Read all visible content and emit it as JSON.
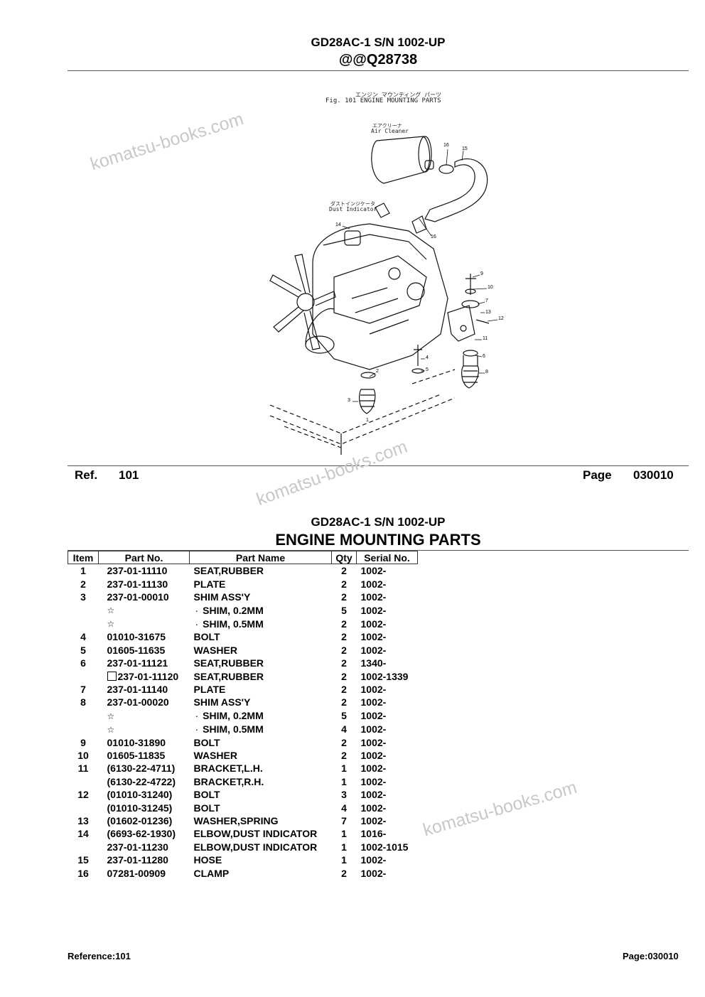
{
  "header": {
    "model": "GD28AC-1 S/N 1002-UP",
    "code": "@@Q28738"
  },
  "figure": {
    "caption_jp": "エンジン マウンティング パーツ",
    "caption": "Fig. 101 ENGINE MOUNTING PARTS",
    "label_air_cleaner_jp": "エアクリーナ",
    "label_air_cleaner": "Air Cleaner",
    "label_dust_indicator_jp": "ダストインジケータ",
    "label_dust_indicator": "Dust Indicator",
    "callouts": [
      "1",
      "2",
      "3",
      "4",
      "5",
      "6",
      "7",
      "8",
      "9",
      "10",
      "11",
      "12",
      "13",
      "14",
      "15",
      "16"
    ]
  },
  "ref_bar": {
    "ref_label": "Ref.",
    "ref_value": "101",
    "page_label": "Page",
    "page_value": "030010"
  },
  "parts_section": {
    "model": "GD28AC-1 S/N 1002-UP",
    "title": "ENGINE MOUNTING PARTS",
    "columns": [
      "Item",
      "Part No.",
      "Part Name",
      "Qty",
      "Serial No."
    ],
    "rows": [
      {
        "item": "1",
        "part_no": "237-01-11110",
        "name": "SEAT,RUBBER",
        "qty": "2",
        "serial": "1002-"
      },
      {
        "item": "2",
        "part_no": "237-01-11130",
        "name": "PLATE",
        "qty": "2",
        "serial": "1002-"
      },
      {
        "item": "3",
        "part_no": "237-01-00010",
        "name": "SHIM ASS'Y",
        "qty": "2",
        "serial": "1002-"
      },
      {
        "item": "",
        "part_no": "☆",
        "star": true,
        "name": "SHIM, 0.2MM",
        "dot": true,
        "qty": "5",
        "serial": "1002-"
      },
      {
        "item": "",
        "part_no": "☆",
        "star": true,
        "name": "SHIM, 0.5MM",
        "dot": true,
        "qty": "2",
        "serial": "1002-"
      },
      {
        "item": "4",
        "part_no": "01010-31675",
        "name": "BOLT",
        "qty": "2",
        "serial": "1002-"
      },
      {
        "item": "5",
        "part_no": "01605-11635",
        "name": "WASHER",
        "qty": "2",
        "serial": "1002-"
      },
      {
        "item": "6",
        "part_no": "237-01-11121",
        "name": "SEAT,RUBBER",
        "qty": "2",
        "serial": "1340-"
      },
      {
        "item": "",
        "part_no": "237-01-11120",
        "box": true,
        "name": "SEAT,RUBBER",
        "qty": "2",
        "serial": "1002-1339"
      },
      {
        "item": "7",
        "part_no": "237-01-11140",
        "name": "PLATE",
        "qty": "2",
        "serial": "1002-"
      },
      {
        "item": "8",
        "part_no": "237-01-00020",
        "name": "SHIM ASS'Y",
        "qty": "2",
        "serial": "1002-"
      },
      {
        "item": "",
        "part_no": "☆",
        "star": true,
        "name": "SHIM, 0.2MM",
        "dot": true,
        "qty": "5",
        "serial": "1002-"
      },
      {
        "item": "",
        "part_no": "☆",
        "star": true,
        "name": "SHIM, 0.5MM",
        "dot": true,
        "qty": "4",
        "serial": "1002-"
      },
      {
        "item": "9",
        "part_no": "01010-31890",
        "name": "BOLT",
        "qty": "2",
        "serial": "1002-"
      },
      {
        "item": "10",
        "part_no": "01605-11835",
        "name": "WASHER",
        "qty": "2",
        "serial": "1002-"
      },
      {
        "item": "11",
        "part_no": "(6130-22-4711)",
        "name": "BRACKET,L.H.",
        "qty": "1",
        "serial": "1002-"
      },
      {
        "item": "",
        "part_no": "(6130-22-4722)",
        "name": "BRACKET,R.H.",
        "qty": "1",
        "serial": "1002-"
      },
      {
        "item": "12",
        "part_no": "(01010-31240)",
        "name": "BOLT",
        "qty": "3",
        "serial": "1002-"
      },
      {
        "item": "",
        "part_no": "(01010-31245)",
        "name": "BOLT",
        "qty": "4",
        "serial": "1002-"
      },
      {
        "item": "13",
        "part_no": "(01602-01236)",
        "name": "WASHER,SPRING",
        "qty": "7",
        "serial": "1002-"
      },
      {
        "item": "14",
        "part_no": "(6693-62-1930)",
        "name": "ELBOW,DUST INDICATOR",
        "qty": "1",
        "serial": "1016-"
      },
      {
        "item": "",
        "part_no": "237-01-11230",
        "name": "ELBOW,DUST INDICATOR",
        "qty": "1",
        "serial": "1002-1015"
      },
      {
        "item": "15",
        "part_no": "237-01-11280",
        "name": "HOSE",
        "qty": "1",
        "serial": "1002-"
      },
      {
        "item": "16",
        "part_no": "07281-00909",
        "name": "CLAMP",
        "qty": "2",
        "serial": "1002-"
      }
    ]
  },
  "footer": {
    "reference": "Reference:101",
    "page": "Page:030010"
  },
  "watermark_text": "komatsu-books.com"
}
